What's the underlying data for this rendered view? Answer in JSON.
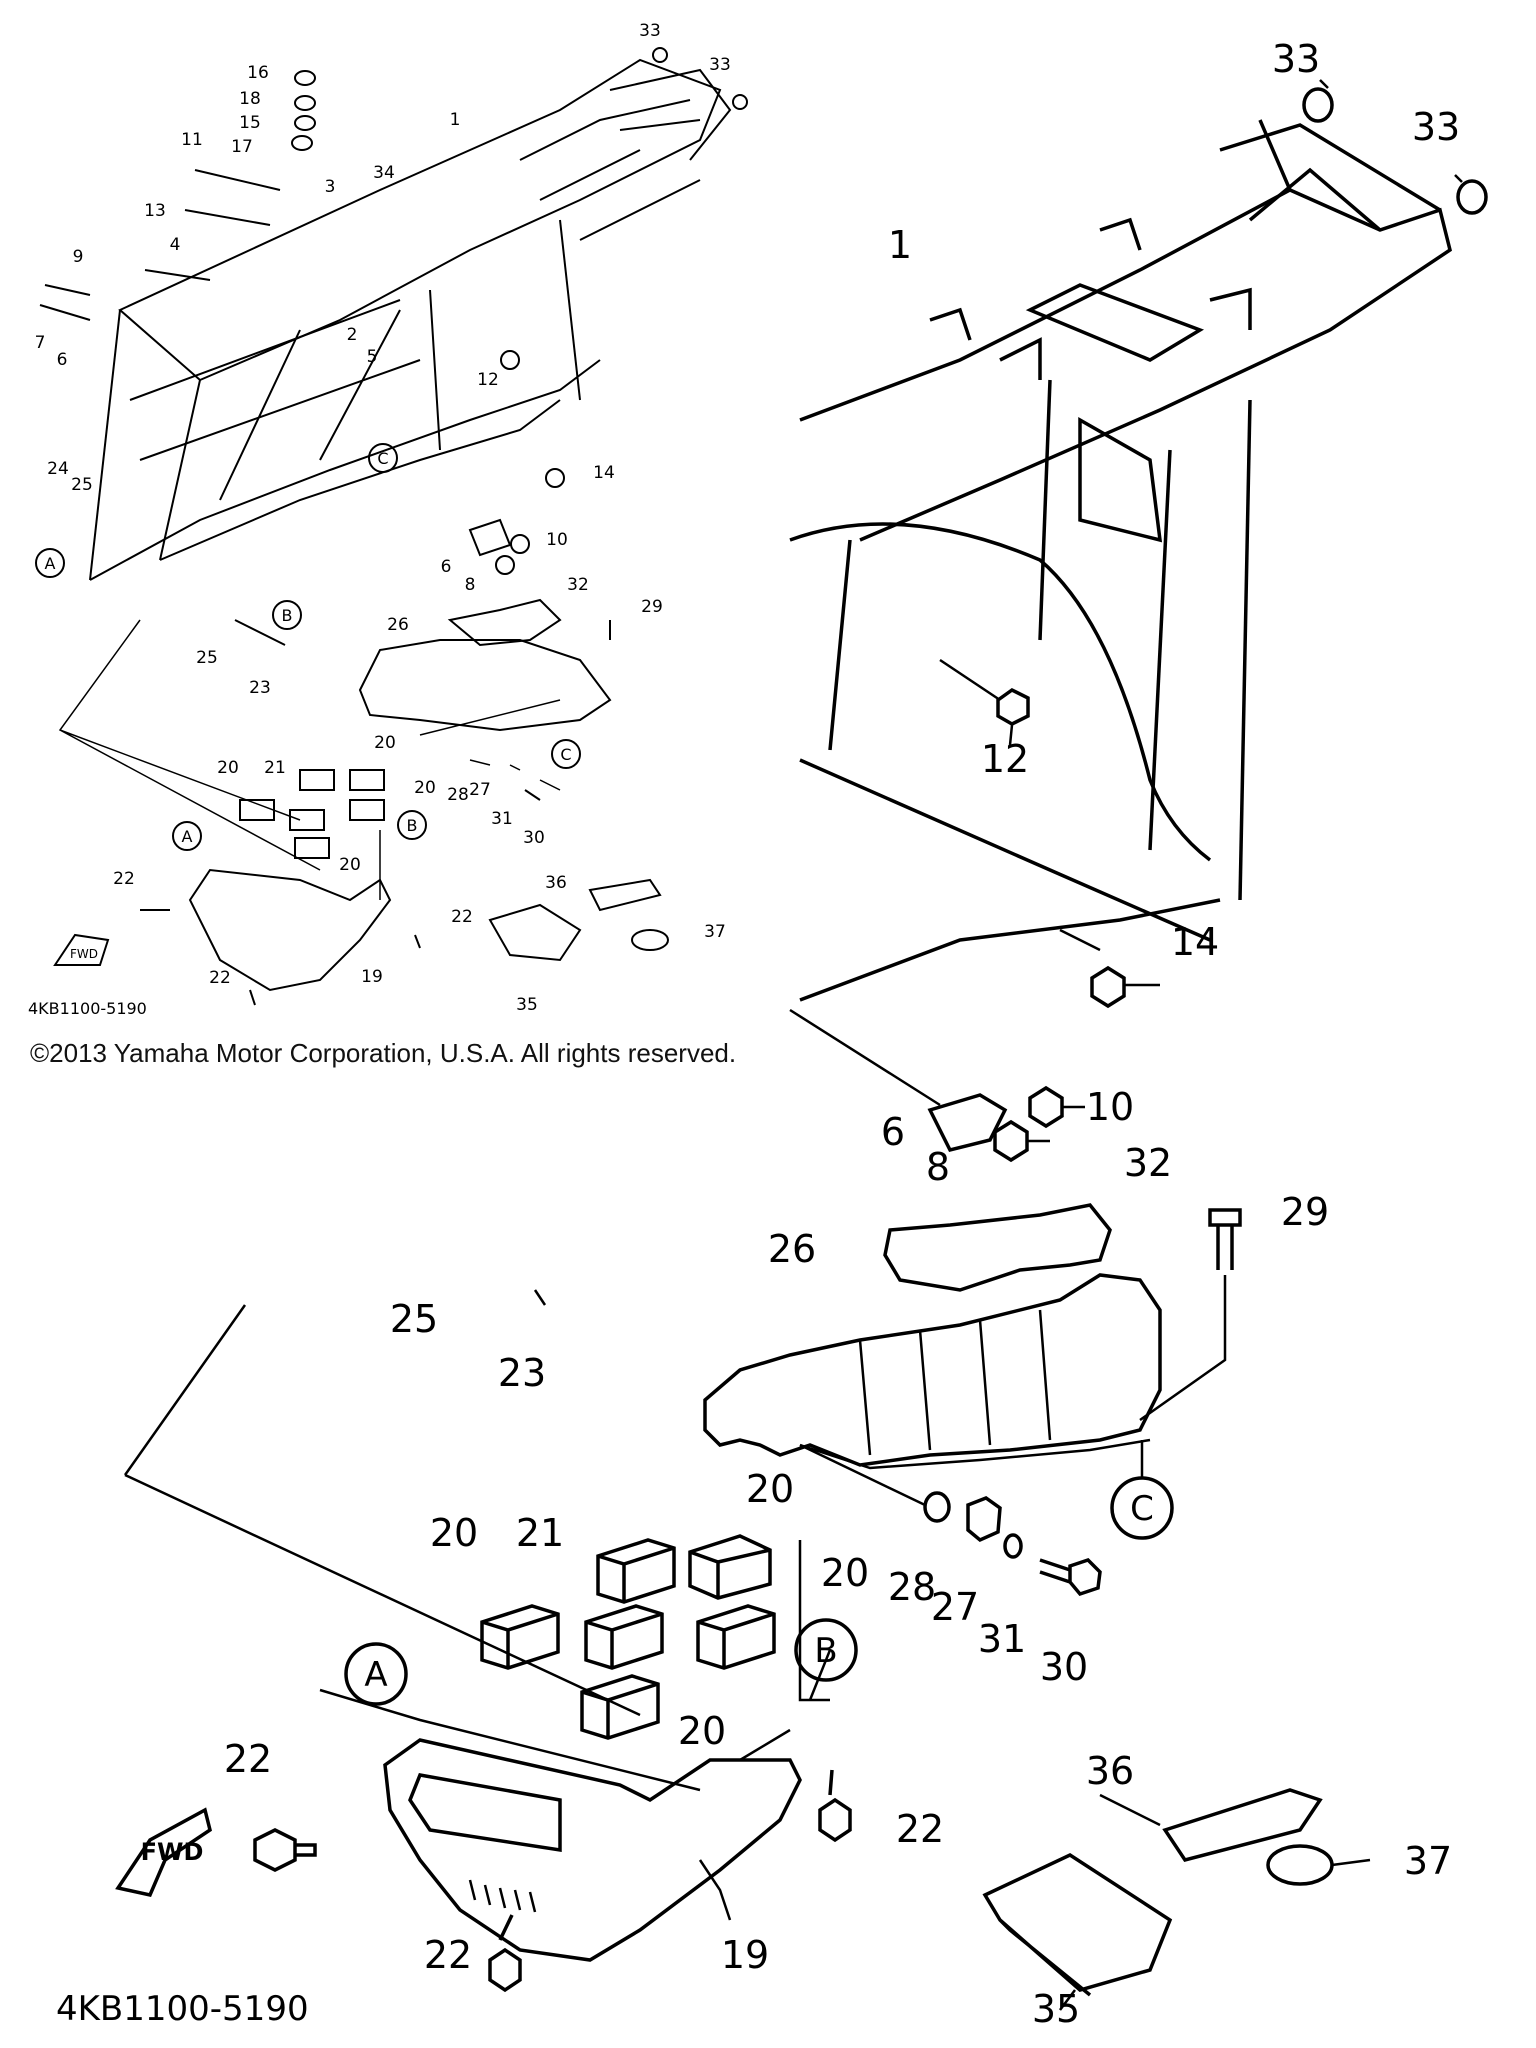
{
  "copyright": "©2013 Yamaha Motor Corporation, U.S.A. All rights reserved.",
  "part_code": "4KB1100-5190",
  "fwd_label": "FWD",
  "callouts": {
    "A": "A",
    "B": "B",
    "C": "C"
  },
  "small_labels": {
    "p1": "1",
    "p2": "2",
    "p3": "3",
    "p4": "4",
    "p5": "5",
    "p6a": "6",
    "p6b": "6",
    "p7": "7",
    "p8": "8",
    "p9": "9",
    "p10": "10",
    "p11": "11",
    "p12": "12",
    "p13": "13",
    "p14": "14",
    "p15": "15",
    "p16": "16",
    "p17": "17",
    "p18": "18",
    "p19": "19",
    "p20a": "20",
    "p20b": "20",
    "p20c": "20",
    "p20d": "20",
    "p21": "21",
    "p22a": "22",
    "p22b": "22",
    "p22c": "22",
    "p23": "23",
    "p24": "24",
    "p25a": "25",
    "p25b": "25",
    "p26": "26",
    "p27": "27",
    "p28": "28",
    "p29": "29",
    "p30": "30",
    "p31": "31",
    "p32": "32",
    "p33a": "33",
    "p33b": "33",
    "p34": "34",
    "p35": "35",
    "p36": "36",
    "p37": "37"
  },
  "large_labels": {
    "p1": "1",
    "p33a": "33",
    "p33b": "33",
    "p12": "12",
    "p14": "14",
    "p10": "10",
    "p6": "6",
    "p8": "8",
    "p32": "32",
    "p29": "29",
    "p26": "26",
    "p25": "25",
    "p23": "23",
    "p20a": "20",
    "p21": "21",
    "p20b": "20",
    "p20c": "20",
    "p20d": "20",
    "p28": "28",
    "p27": "27",
    "p31": "31",
    "p30": "30",
    "p22a": "22",
    "p22b": "22",
    "p22c": "22",
    "p19": "19",
    "p36": "36",
    "p37": "37",
    "p35": "35"
  }
}
